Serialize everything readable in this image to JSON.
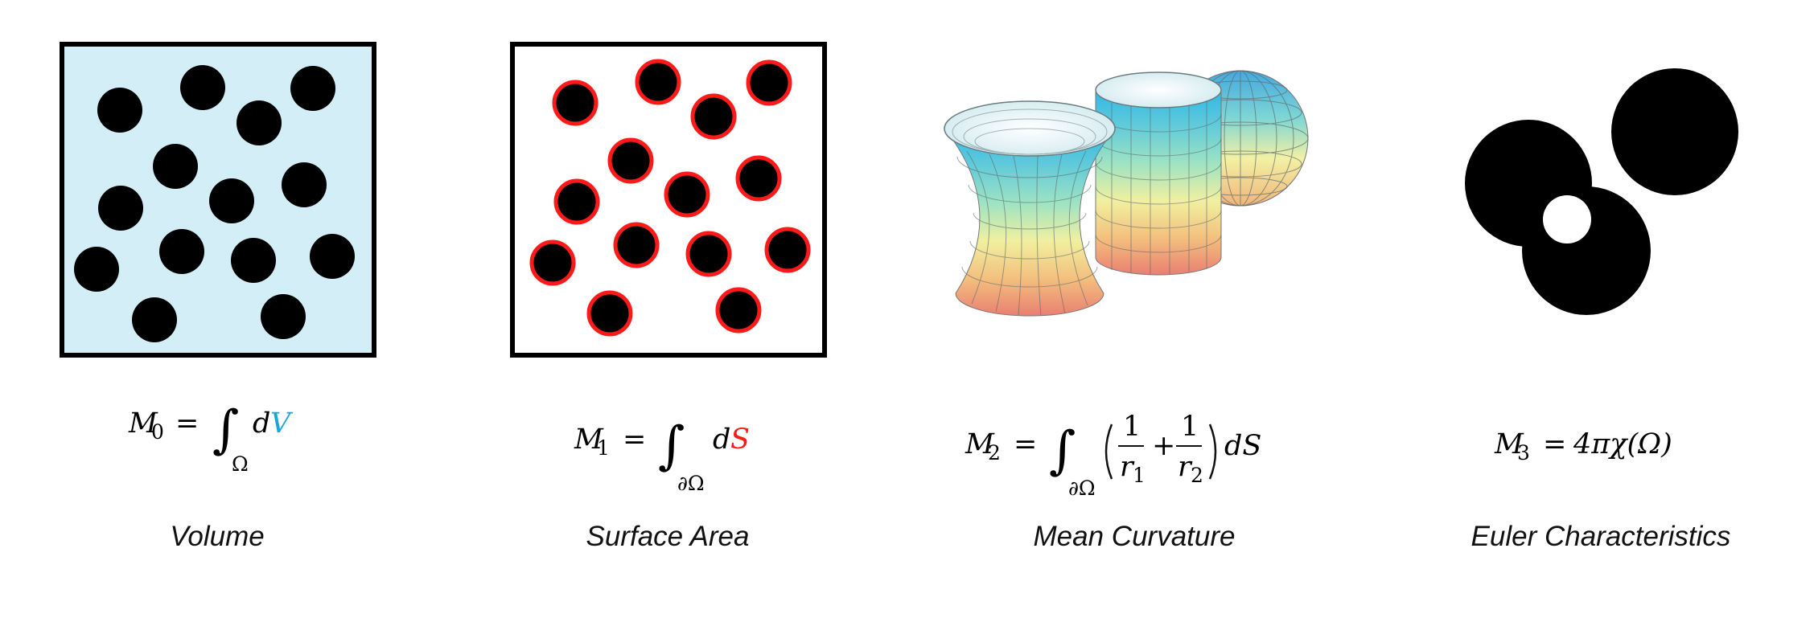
{
  "panels": [
    {
      "id": "volume",
      "caption": "Volume",
      "formula": {
        "lhs": "M",
        "sub": "0",
        "eq": "=",
        "domain": "Ω",
        "d": "d",
        "var": "V"
      },
      "colors": {
        "fill": "#d3eef7",
        "border": "#000000",
        "disk": "#000000",
        "accent": "#1aa7d6"
      }
    },
    {
      "id": "surface-area",
      "caption": "Surface Area",
      "formula": {
        "lhs": "M",
        "sub": "1",
        "eq": "=",
        "domain": "∂Ω",
        "d": "d",
        "var": "S"
      },
      "colors": {
        "fill": "#ffffff",
        "border": "#000000",
        "disk": "#000000",
        "ring": "#ff1a1a",
        "accent": "#ff1a1a"
      }
    },
    {
      "id": "mean-curvature",
      "caption": "Mean Curvature",
      "formula": {
        "lhs": "M",
        "sub": "2",
        "eq": "=",
        "domain": "∂Ω",
        "one": "1",
        "r": "r",
        "r1": "1",
        "r2": "2",
        "plus": "+",
        "dS": "dS"
      }
    },
    {
      "id": "euler-characteristics",
      "caption": "Euler Characteristics",
      "formula": {
        "text": "4πχ(Ω)",
        "lhs": "M",
        "sub": "3",
        "eq": "="
      }
    }
  ]
}
